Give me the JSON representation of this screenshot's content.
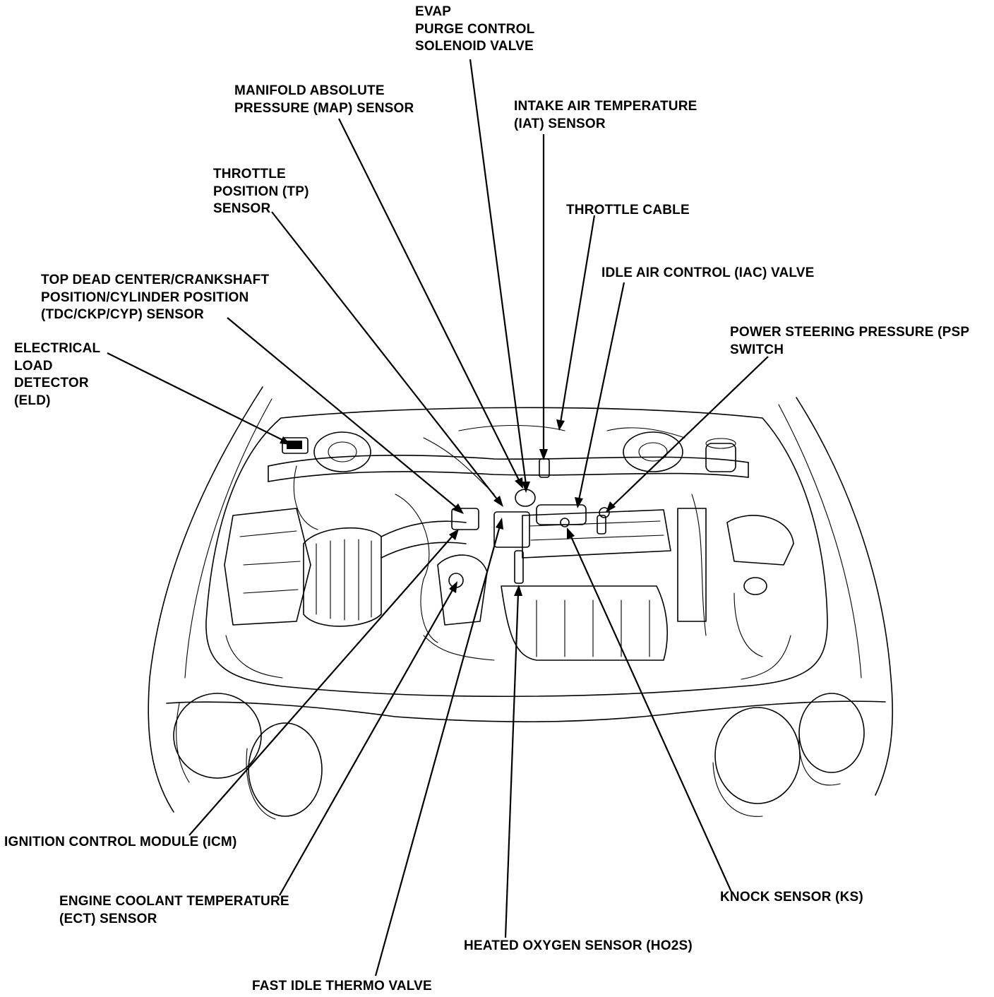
{
  "labels": {
    "evap": {
      "lines": [
        "EVAP",
        "PURGE CONTROL",
        "SOLENOID VALVE"
      ]
    },
    "map": {
      "lines": [
        "MANIFOLD ABSOLUTE",
        "PRESSURE (MAP) SENSOR"
      ]
    },
    "iat": {
      "lines": [
        "INTAKE AIR TEMPERATURE",
        "(IAT) SENSOR"
      ]
    },
    "tp": {
      "lines": [
        "THROTTLE",
        "POSITION (TP)",
        "SENSOR"
      ]
    },
    "throttle_cable": {
      "lines": [
        "THROTTLE CABLE"
      ]
    },
    "tdc": {
      "lines": [
        "TOP DEAD CENTER/CRANKSHAFT",
        "POSITION/CYLINDER POSITION",
        "(TDC/CKP/CYP) SENSOR"
      ]
    },
    "iac": {
      "lines": [
        "IDLE AIR CONTROL (IAC) VALVE"
      ]
    },
    "eld": {
      "lines": [
        "ELECTRICAL",
        "LOAD",
        "DETECTOR",
        "(ELD)"
      ]
    },
    "psp": {
      "lines": [
        "POWER STEERING PRESSURE (PSP",
        "SWITCH"
      ]
    },
    "icm": {
      "lines": [
        "IGNITION CONTROL MODULE (ICM)"
      ]
    },
    "ect": {
      "lines": [
        "ENGINE COOLANT TEMPERATURE",
        "(ECT) SENSOR"
      ]
    },
    "ks": {
      "lines": [
        "KNOCK SENSOR (KS)"
      ]
    },
    "ho2s": {
      "lines": [
        "HEATED OXYGEN SENSOR (HO2S)"
      ]
    },
    "fitv": {
      "lines": [
        "FAST IDLE THERMO VALVE"
      ]
    }
  }
}
